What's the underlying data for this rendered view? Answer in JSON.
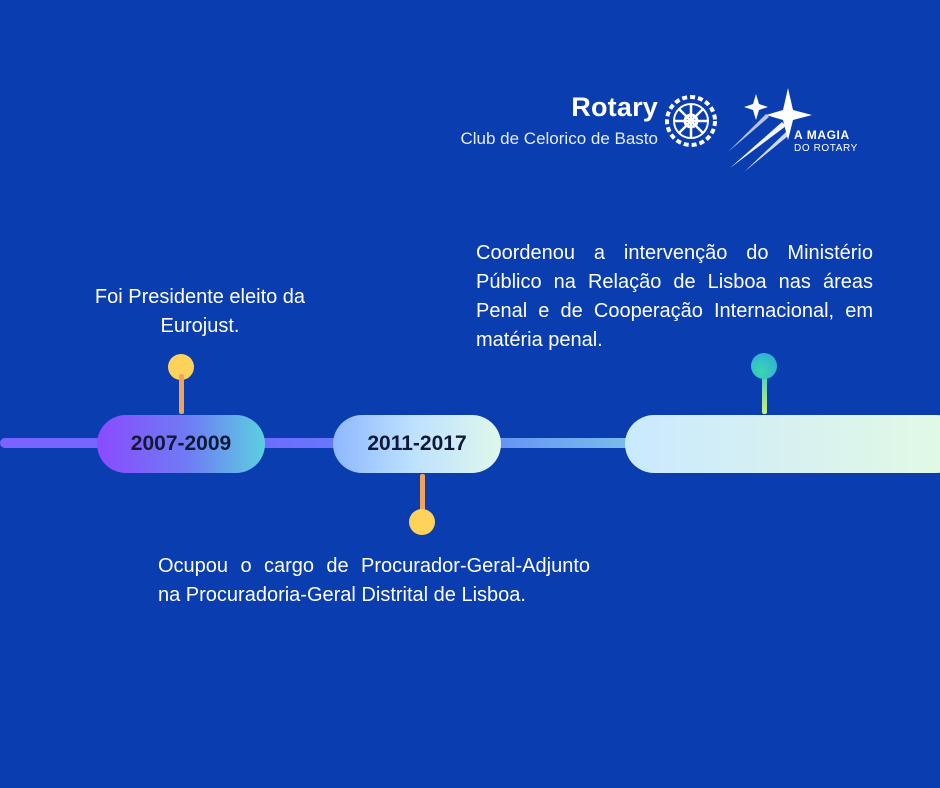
{
  "brand": {
    "name": "Rotary",
    "club": "Club de Celorico de Basto",
    "tagline_line1": "A MAGIA",
    "tagline_line2": "DO ROTARY"
  },
  "colors": {
    "background": "#0a3db0",
    "pin_orange": "#f2a35a",
    "dot_yellow": "#ffd25a",
    "dot_teal": "#3cd6b0"
  },
  "timeline": {
    "events": [
      {
        "period": "2007-2009",
        "description": "Foi Presidente eleito da Eurojust."
      },
      {
        "period": "2011-2017",
        "description": "Ocupou o cargo de Procurador-Geral-Adjunto na Procuradoria-Geral Distrital de Lisboa."
      },
      {
        "period": "",
        "description": "Coordenou a intervenção do Ministério Público na Relação de Lisboa nas áreas Penal e de Cooperação Internacional, em matéria penal."
      }
    ]
  }
}
